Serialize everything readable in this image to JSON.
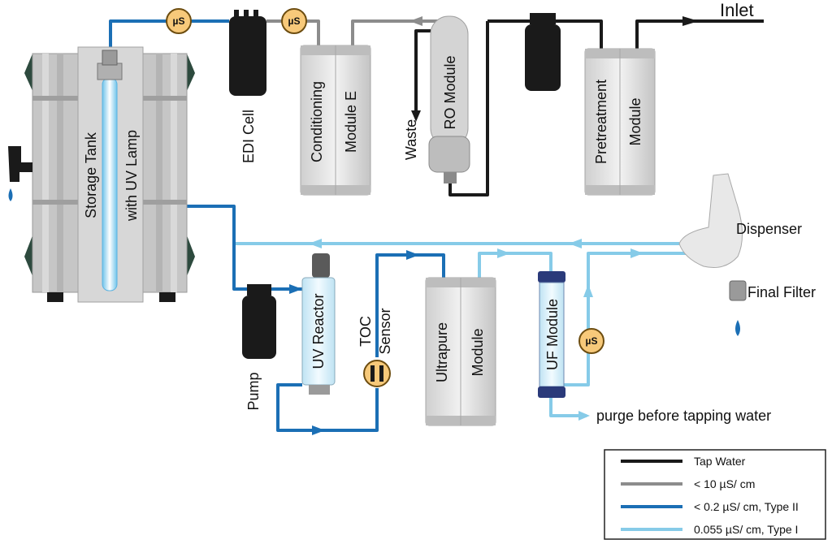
{
  "colors": {
    "tap": "#1a1a1a",
    "conductivity_10": "#8c8c8c",
    "type2": "#1b6fb5",
    "type1": "#86cbe8"
  },
  "labels": {
    "inlet": "Inlet",
    "storage_tank_1": "Storage Tank",
    "storage_tank_2": "with UV Lamp",
    "edi_cell": "EDI Cell",
    "conditioning_1": "Conditioning",
    "conditioning_2": "Module E",
    "waste": "Waste",
    "ro_module": "RO Module",
    "pretreatment_1": "Pretreatment",
    "pretreatment_2": "Module",
    "dispenser": "Dispenser",
    "final_filter": "Final Filter",
    "pump": "Pump",
    "uv_reactor": "UV Reactor",
    "toc_1": "TOC",
    "toc_2": "Sensor",
    "ultrapure_1": "Ultrapure",
    "ultrapure_2": "Module",
    "uf_module": "UF Module",
    "purge": "purge before tapping water"
  },
  "sensor_badge": "µS",
  "legend": {
    "items": [
      {
        "label": "Tap Water",
        "color_key": "tap"
      },
      {
        "label": "< 10 µS/ cm",
        "color_key": "conductivity_10"
      },
      {
        "label": "< 0.2 µS/ cm, Type II",
        "color_key": "type2"
      },
      {
        "label": "0.055 µS/ cm, Type I",
        "color_key": "type1"
      }
    ]
  }
}
